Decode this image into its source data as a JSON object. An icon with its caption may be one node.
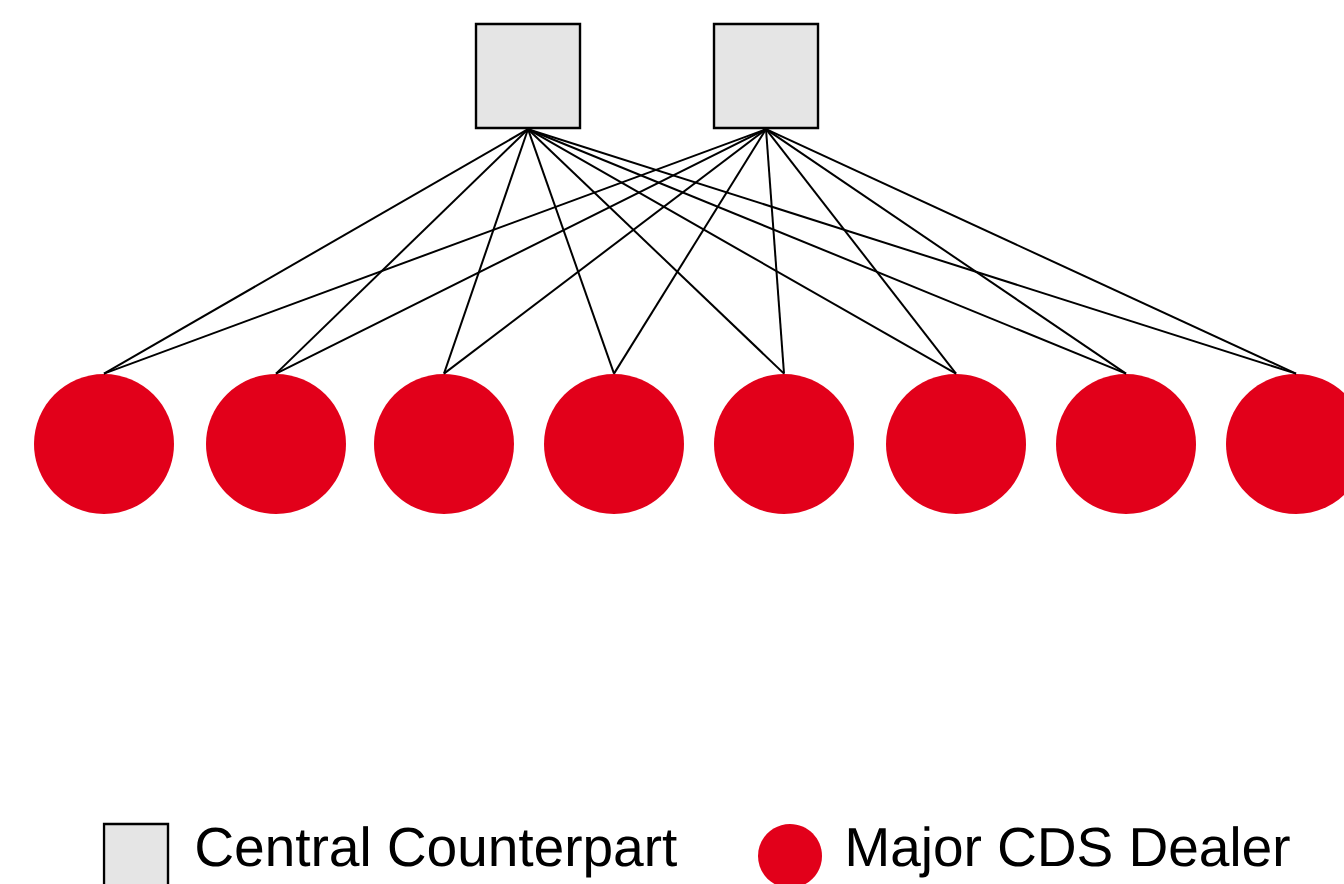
{
  "diagram": {
    "nodes": [
      {
        "text": [],
        "shape": "box"
      },
      {
        "text": [],
        "shape": "box"
      },
      {
        "text": [],
        "shape": "circle"
      },
      {
        "text": [],
        "shape": "circle"
      },
      {
        "text": [],
        "shape": "circle"
      },
      {
        "text": [],
        "shape": "circle"
      },
      {
        "text": [],
        "shape": "circle"
      },
      {
        "text": [],
        "shape": "circle"
      },
      {
        "text": [],
        "shape": "circle"
      },
      {
        "text": [],
        "shape": "circle"
      }
    ],
    "edges": [
      {
        "from": 0,
        "to": 2,
        "arrow": "none"
      },
      {
        "from": 0,
        "to": 3,
        "arrow": "none"
      },
      {
        "from": 0,
        "to": 4,
        "arrow": "none"
      },
      {
        "from": 0,
        "to": 5,
        "arrow": "none"
      },
      {
        "from": 0,
        "to": 6,
        "arrow": "none"
      },
      {
        "from": 0,
        "to": 7,
        "arrow": "none"
      },
      {
        "from": 0,
        "to": 8,
        "arrow": "none"
      },
      {
        "from": 0,
        "to": 9,
        "arrow": "none"
      },
      {
        "from": 1,
        "to": 2,
        "arrow": "none"
      },
      {
        "from": 1,
        "to": 3,
        "arrow": "none"
      },
      {
        "from": 1,
        "to": 4,
        "arrow": "none"
      },
      {
        "from": 1,
        "to": 5,
        "arrow": "none"
      },
      {
        "from": 1,
        "to": 6,
        "arrow": "none"
      },
      {
        "from": 1,
        "to": 7,
        "arrow": "none"
      },
      {
        "from": 1,
        "to": 8,
        "arrow": "none"
      },
      {
        "from": 1,
        "to": 9,
        "arrow": "none"
      }
    ],
    "legend": [
      {
        "text": "Central Counterpart"
      },
      {
        "text": "Major CDS Dealer"
      }
    ]
  }
}
